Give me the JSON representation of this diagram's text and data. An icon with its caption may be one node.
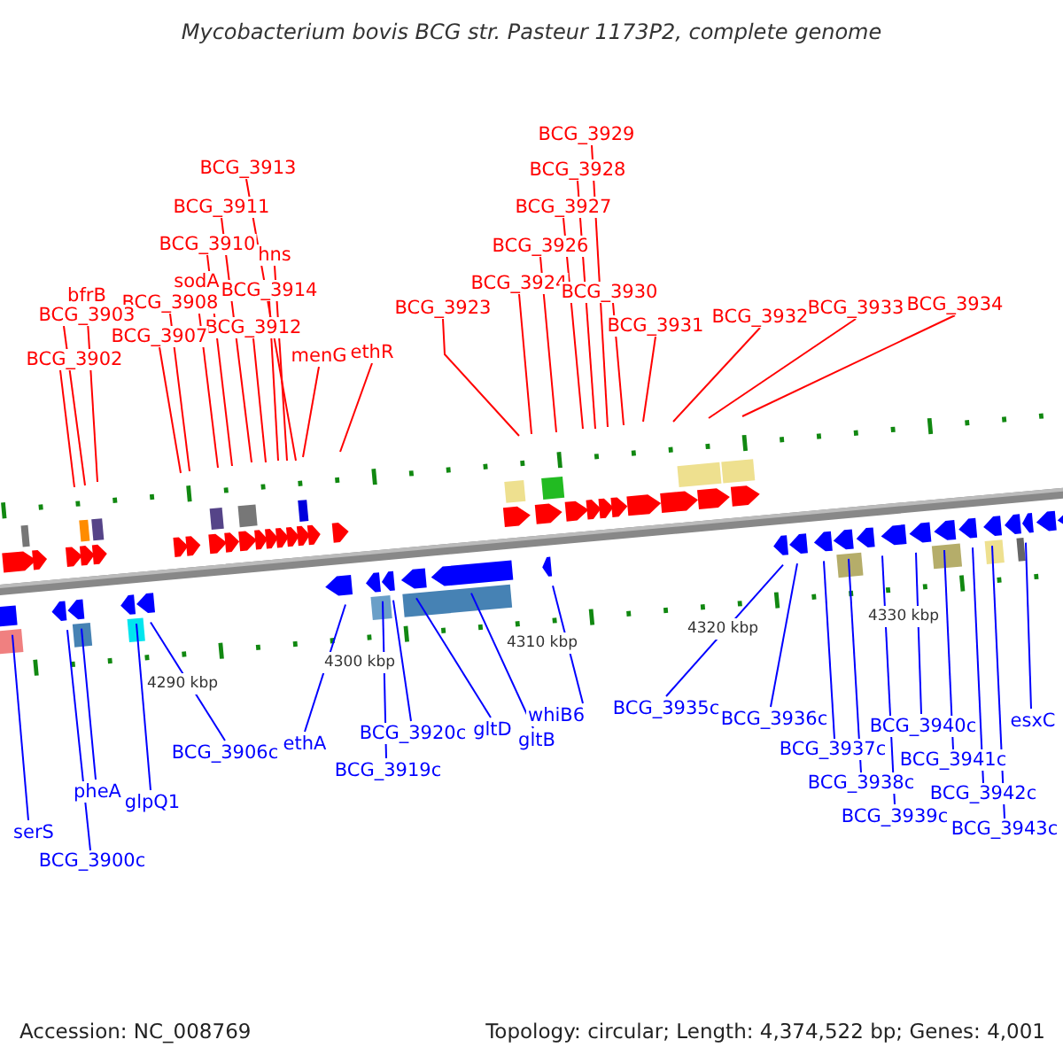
{
  "diagram": {
    "title": "Mycobacterium bovis BCG str. Pasteur 1173P2, complete genome",
    "nodes": [
      {
        "text": [
          "BCG_3929"
        ]
      },
      {
        "text": [
          "BCG_3913"
        ]
      },
      {
        "text": [
          "BCG_3928"
        ]
      },
      {
        "text": [
          "BCG_3911"
        ]
      },
      {
        "text": [
          "BCG_3927"
        ]
      },
      {
        "text": [
          "BCG_3910"
        ]
      },
      {
        "text": [
          "BCG_3926"
        ]
      },
      {
        "text": [
          "hns"
        ]
      },
      {
        "text": [
          "BCG_3924"
        ]
      },
      {
        "text": [
          "sodA"
        ]
      },
      {
        "text": [
          "BCG_3914"
        ]
      },
      {
        "text": [
          "BCG_3930"
        ]
      },
      {
        "text": [
          "bfrB"
        ]
      },
      {
        "text": [
          "BCG_3908"
        ]
      },
      {
        "text": [
          "BCG_3903"
        ]
      },
      {
        "text": [
          "BCG_3923"
        ]
      },
      {
        "text": [
          "BCG_3934"
        ]
      },
      {
        "text": [
          "BCG_3933"
        ]
      },
      {
        "text": [
          "BCG_3912"
        ]
      },
      {
        "text": [
          "BCG_3931"
        ]
      },
      {
        "text": [
          "BCG_3932"
        ]
      },
      {
        "text": [
          "BCG_3907"
        ]
      },
      {
        "text": [
          "BCG_3902"
        ]
      },
      {
        "text": [
          "menG"
        ]
      },
      {
        "text": [
          "ethR"
        ]
      },
      {
        "text": [
          "whiB6"
        ]
      },
      {
        "text": [
          "BCG_3935c"
        ]
      },
      {
        "text": [
          "BCG_3936c"
        ]
      },
      {
        "text": [
          "BCG_3940c"
        ]
      },
      {
        "text": [
          "esxC"
        ]
      },
      {
        "text": [
          "gltD"
        ]
      },
      {
        "text": [
          "BCG_3920c"
        ]
      },
      {
        "text": [
          "gltB"
        ]
      },
      {
        "text": [
          "ethA"
        ]
      },
      {
        "text": [
          "BCG_3906c"
        ]
      },
      {
        "text": [
          "BCG_3937c"
        ]
      },
      {
        "text": [
          "BCG_3919c"
        ]
      },
      {
        "text": [
          "BCG_3941c"
        ]
      },
      {
        "text": [
          "pheA"
        ]
      },
      {
        "text": [
          "BCG_3938c"
        ]
      },
      {
        "text": [
          "glpQ1"
        ]
      },
      {
        "text": [
          "BCG_3942c"
        ]
      },
      {
        "text": [
          "BCG_3939c"
        ]
      },
      {
        "text": [
          "BCG_3943c"
        ]
      },
      {
        "text": [
          "serS"
        ]
      },
      {
        "text": [
          "BCG_3900c"
        ]
      }
    ],
    "edges": [
      {
        "from": 0,
        "to": null,
        "arrow": "none"
      },
      {
        "from": 1,
        "to": null,
        "arrow": "none"
      },
      {
        "from": 2,
        "to": null,
        "arrow": "none"
      },
      {
        "from": 3,
        "to": null,
        "arrow": "none"
      },
      {
        "from": 4,
        "to": null,
        "arrow": "none"
      },
      {
        "from": 5,
        "to": null,
        "arrow": "none"
      },
      {
        "from": 6,
        "to": null,
        "arrow": "none"
      },
      {
        "from": 7,
        "to": null,
        "arrow": "none"
      },
      {
        "from": 8,
        "to": null,
        "arrow": "none"
      },
      {
        "from": 9,
        "to": null,
        "arrow": "none"
      },
      {
        "from": 10,
        "to": null,
        "arrow": "none"
      },
      {
        "from": 11,
        "to": null,
        "arrow": "none"
      },
      {
        "from": 12,
        "to": null,
        "arrow": "none"
      },
      {
        "from": 13,
        "to": null,
        "arrow": "none"
      },
      {
        "from": 14,
        "to": null,
        "arrow": "none"
      },
      {
        "from": 15,
        "to": null,
        "arrow": "none"
      },
      {
        "from": 16,
        "to": null,
        "arrow": "none"
      },
      {
        "from": 17,
        "to": null,
        "arrow": "none"
      },
      {
        "from": 18,
        "to": null,
        "arrow": "none"
      },
      {
        "from": 19,
        "to": null,
        "arrow": "none"
      },
      {
        "from": 20,
        "to": null,
        "arrow": "none"
      },
      {
        "from": 21,
        "to": null,
        "arrow": "none"
      },
      {
        "from": 22,
        "to": null,
        "arrow": "none"
      },
      {
        "from": 23,
        "to": null,
        "arrow": "none"
      },
      {
        "from": 24,
        "to": null,
        "arrow": "none"
      },
      {
        "from": 25,
        "to": null,
        "arrow": "none",
        "color": "#0000ff"
      },
      {
        "from": 26,
        "to": null,
        "arrow": "none",
        "color": "#0000ff"
      },
      {
        "from": 27,
        "to": null,
        "arrow": "none",
        "color": "#0000ff"
      },
      {
        "from": 28,
        "to": null,
        "arrow": "none",
        "color": "#0000ff"
      },
      {
        "from": 29,
        "to": null,
        "arrow": "none",
        "color": "#0000ff"
      },
      {
        "from": 30,
        "to": null,
        "arrow": "none",
        "color": "#0000ff"
      },
      {
        "from": 31,
        "to": null,
        "arrow": "none",
        "color": "#0000ff"
      },
      {
        "from": 32,
        "to": null,
        "arrow": "none",
        "color": "#0000ff"
      },
      {
        "from": 33,
        "to": null,
        "arrow": "none",
        "color": "#0000ff"
      },
      {
        "from": 34,
        "to": null,
        "arrow": "none",
        "color": "#0000ff"
      },
      {
        "from": 35,
        "to": null,
        "arrow": "none",
        "color": "#0000ff"
      },
      {
        "from": 36,
        "to": null,
        "arrow": "none",
        "color": "#0000ff"
      },
      {
        "from": 37,
        "to": null,
        "arrow": "none",
        "color": "#0000ff"
      },
      {
        "from": 38,
        "to": null,
        "arrow": "none",
        "color": "#0000ff"
      },
      {
        "from": 39,
        "to": null,
        "arrow": "none",
        "color": "#0000ff"
      },
      {
        "from": 40,
        "to": null,
        "arrow": "none",
        "color": "#0000ff"
      },
      {
        "from": 41,
        "to": null,
        "arrow": "none",
        "color": "#0000ff"
      },
      {
        "from": 42,
        "to": null,
        "arrow": "none",
        "color": "#0000ff"
      },
      {
        "from": 43,
        "to": null,
        "arrow": "none",
        "color": "#0000ff"
      },
      {
        "from": 44,
        "to": null,
        "arrow": "none",
        "color": "#0000ff"
      },
      {
        "from": 45,
        "to": null,
        "arrow": "none",
        "color": "#0000ff"
      }
    ],
    "labels": [
      "4330 kbp",
      "4320 kbp",
      "4310 kbp",
      "4300 kbp",
      "4290 kbp",
      "Accession: NC_008769",
      "Topology: circular; Length: 4,374,522 bp; Genes: 4,001"
    ]
  }
}
